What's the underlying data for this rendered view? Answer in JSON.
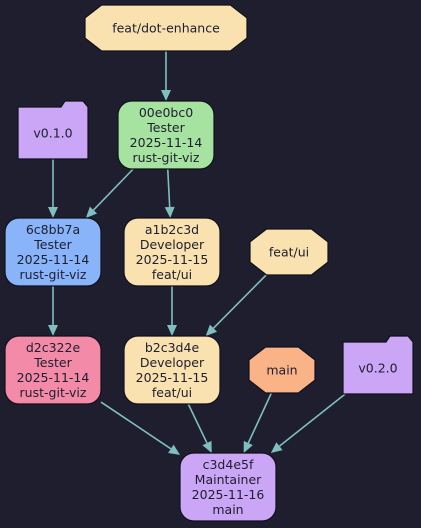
{
  "colors": {
    "background": "#1e1e2e",
    "edge": "#7fbfbf",
    "stroke": "#11111b",
    "text": "#1e1e2e"
  },
  "nodes": [
    {
      "id": "feat-dot-enhance",
      "shape": "octagon",
      "fill": "#f9e2af",
      "lines": [
        "feat/dot-enhance"
      ]
    },
    {
      "id": "00e0bc0",
      "shape": "rounded",
      "fill": "#a6e3a1",
      "lines": [
        "00e0bc0",
        "Tester",
        "2025-11-14",
        "rust-git-viz"
      ]
    },
    {
      "id": "v010",
      "shape": "folder",
      "fill": "#cba6f7",
      "lines": [
        "v0.1.0"
      ]
    },
    {
      "id": "6c8bb7a",
      "shape": "rounded",
      "fill": "#89b4fa",
      "lines": [
        "6c8bb7a",
        "Tester",
        "2025-11-14",
        "rust-git-viz"
      ]
    },
    {
      "id": "a1b2c3d",
      "shape": "rounded",
      "fill": "#f9e2af",
      "lines": [
        "a1b2c3d",
        "Developer",
        "2025-11-15",
        "feat/ui"
      ]
    },
    {
      "id": "feat-ui",
      "shape": "octagon",
      "fill": "#f9e2af",
      "lines": [
        "feat/ui"
      ]
    },
    {
      "id": "d2c322e",
      "shape": "rounded",
      "fill": "#f38ba8",
      "lines": [
        "d2c322e",
        "Tester",
        "2025-11-14",
        "rust-git-viz"
      ]
    },
    {
      "id": "b2c3d4e",
      "shape": "rounded",
      "fill": "#f9e2af",
      "lines": [
        "b2c3d4e",
        "Developer",
        "2025-11-15",
        "feat/ui"
      ]
    },
    {
      "id": "main",
      "shape": "octagon",
      "fill": "#fab387",
      "lines": [
        "main"
      ]
    },
    {
      "id": "v020",
      "shape": "folder",
      "fill": "#cba6f7",
      "lines": [
        "v0.2.0"
      ]
    },
    {
      "id": "c3d4e5f",
      "shape": "rounded",
      "fill": "#cba6f7",
      "lines": [
        "c3d4e5f",
        "Maintainer",
        "2025-11-16",
        "main"
      ]
    }
  ],
  "edges": [
    {
      "from": "feat-dot-enhance",
      "to": "00e0bc0"
    },
    {
      "from": "00e0bc0",
      "to": "6c8bb7a"
    },
    {
      "from": "00e0bc0",
      "to": "a1b2c3d"
    },
    {
      "from": "v010",
      "to": "6c8bb7a"
    },
    {
      "from": "6c8bb7a",
      "to": "d2c322e"
    },
    {
      "from": "a1b2c3d",
      "to": "b2c3d4e"
    },
    {
      "from": "feat-ui",
      "to": "b2c3d4e"
    },
    {
      "from": "d2c322e",
      "to": "c3d4e5f"
    },
    {
      "from": "b2c3d4e",
      "to": "c3d4e5f"
    },
    {
      "from": "main",
      "to": "c3d4e5f"
    },
    {
      "from": "v020",
      "to": "c3d4e5f"
    }
  ]
}
